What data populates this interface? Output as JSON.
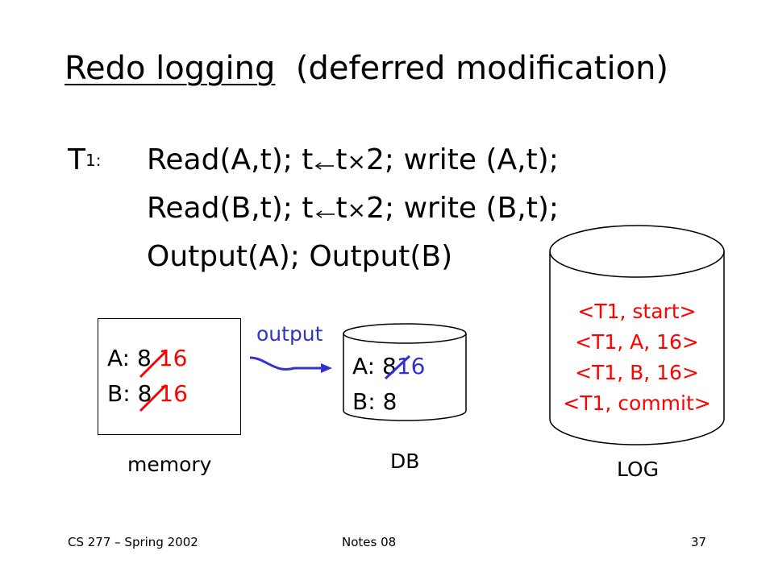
{
  "title": {
    "main": "Redo logging",
    "sub": "(deferred modification)"
  },
  "transaction": {
    "name": "T",
    "subscript": "1:",
    "lines": [
      {
        "a": "Read(A,t); t",
        "b": "t",
        "mult": "×",
        "c": "2; write (A,t);"
      },
      {
        "a": "Read(B,t); t",
        "b": "t",
        "mult": "×",
        "c": "2; write (B,t);"
      }
    ],
    "output_line": "Output(A); Output(B)"
  },
  "memory": {
    "label": "memory",
    "rows": [
      {
        "name": "A:",
        "old": "8",
        "new": "16"
      },
      {
        "name": "B:",
        "old": "8",
        "new": "16"
      }
    ]
  },
  "arrow_label": "output",
  "db": {
    "label": "DB",
    "rows": [
      {
        "name": "A:",
        "old": "8",
        "new": "16"
      },
      {
        "name": "B:",
        "value": "8"
      }
    ]
  },
  "log": {
    "label": "LOG",
    "entries": [
      "<T1, start>",
      "<T1, A, 16>",
      "<T1, B, 16>",
      "<T1, commit>"
    ]
  },
  "footer": {
    "left": "CS 277 – Spring 2002",
    "center": "Notes 08",
    "page": "37"
  },
  "colors": {
    "new_value": "#ff0000",
    "strike": "#ff0000",
    "arrow": "#3333cc",
    "log_text": "#ff0000"
  }
}
